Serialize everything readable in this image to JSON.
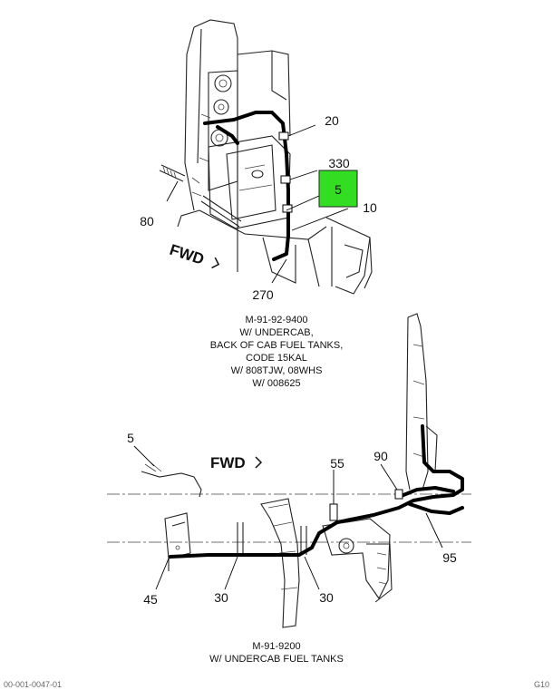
{
  "upper_view": {
    "callouts": [
      "20",
      "330",
      "5",
      "10",
      "80",
      "270"
    ],
    "highlight_callout": "5",
    "highlight_color": "#33dd22",
    "fwd": "FWD",
    "caption": [
      "M-91-92-9400",
      "W/ UNDERCAB,",
      "BACK OF CAB FUEL TANKS,",
      "CODE 15KAL",
      "W/ 808TJW, 08WHS",
      "W/ 008625"
    ]
  },
  "lower_view": {
    "callouts": [
      "5",
      "55",
      "90",
      "95",
      "45",
      "30",
      "30"
    ],
    "fwd": "FWD",
    "caption": [
      "M-91-9200",
      "W/ UNDERCAB FUEL TANKS"
    ]
  },
  "footer": {
    "left": "00-001-0047-01",
    "right": "G10"
  }
}
